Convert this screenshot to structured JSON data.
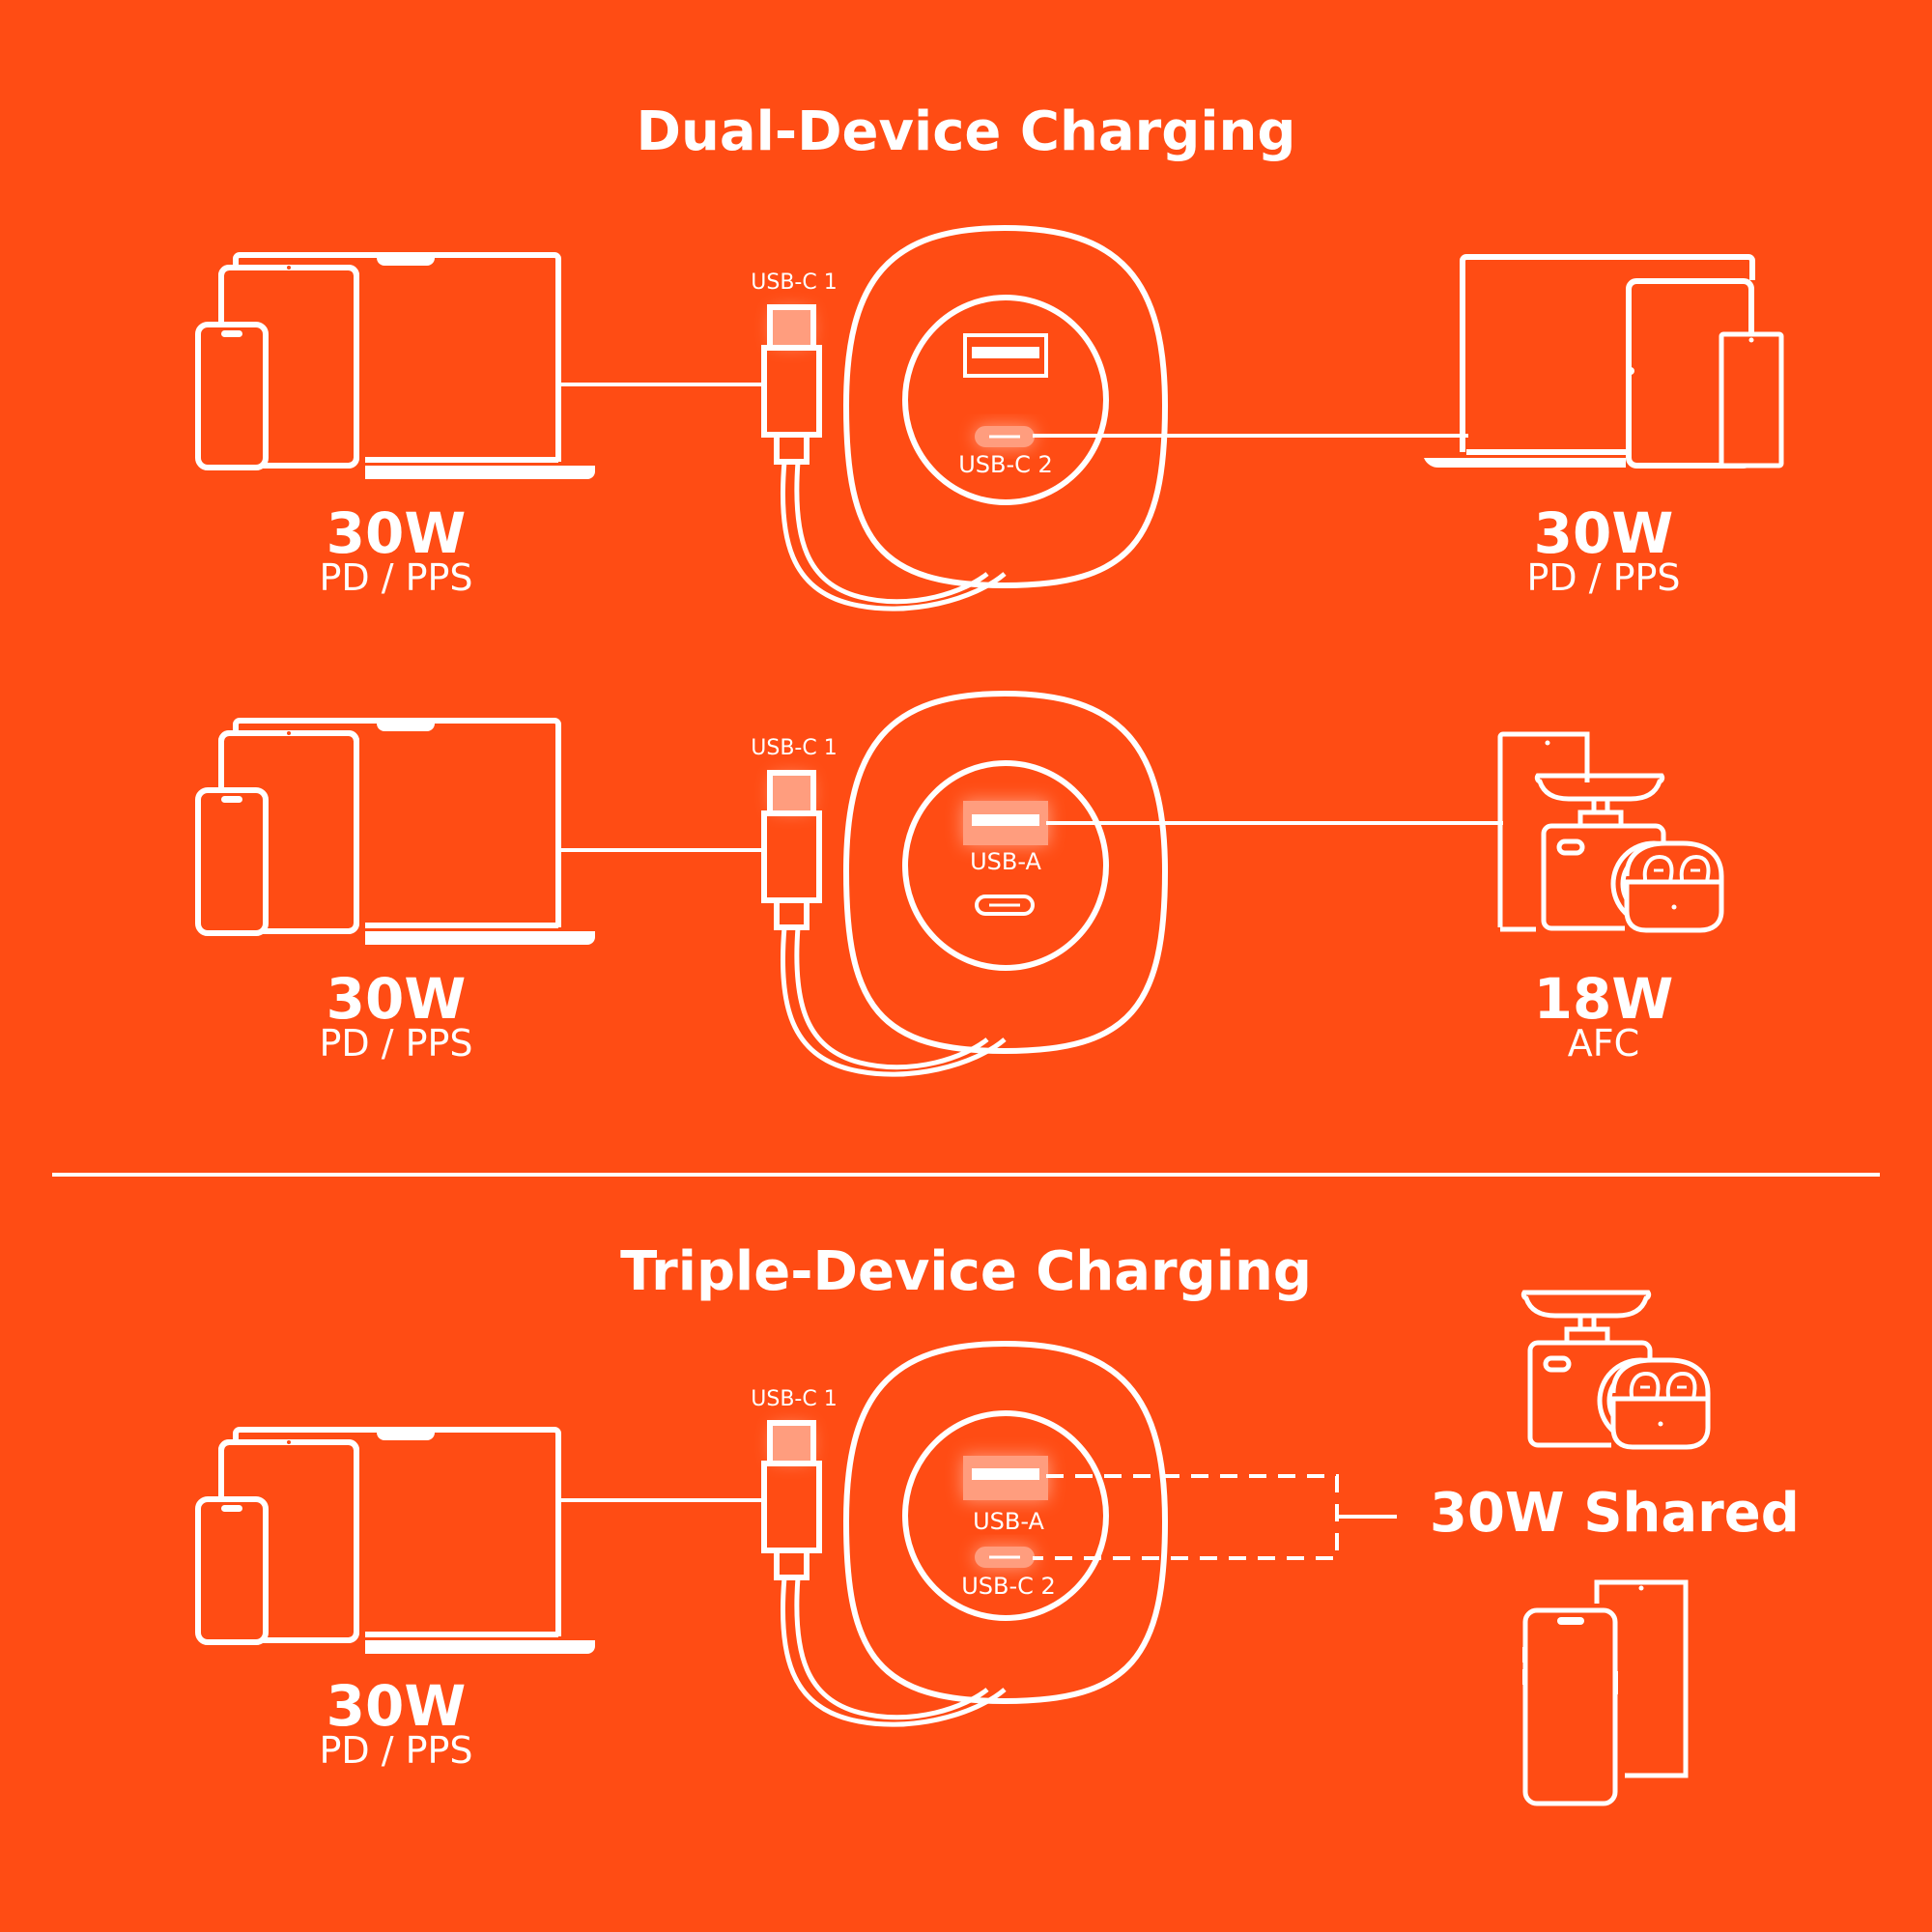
{
  "colors": {
    "background": "#ff4c14",
    "foreground": "#ffffff"
  },
  "sections": [
    {
      "title": "Dual-Device Charging",
      "rows": [
        {
          "left": {
            "devices": [
              "phone-icon",
              "tablet-icon",
              "laptop-icon"
            ],
            "watt": "30W",
            "protocol": "PD / PPS"
          },
          "port_labels": {
            "c1": "USB-C 1",
            "c2": "USB-C 2"
          },
          "active_ports": [
            "USB-C 1",
            "USB-C 2"
          ],
          "right": {
            "devices": [
              "laptop-icon",
              "tablet-icon",
              "phone-icon"
            ],
            "watt": "30W",
            "protocol": "PD / PPS"
          }
        },
        {
          "left": {
            "devices": [
              "phone-icon",
              "tablet-icon",
              "laptop-icon"
            ],
            "watt": "30W",
            "protocol": "PD / PPS"
          },
          "port_labels": {
            "c1": "USB-C 1",
            "a": "USB-A"
          },
          "active_ports": [
            "USB-C 1",
            "USB-A"
          ],
          "right": {
            "devices": [
              "phone-icon",
              "dashcam-icon",
              "earbuds-icon"
            ],
            "watt": "18W",
            "protocol": "AFC"
          }
        }
      ]
    },
    {
      "title": "Triple-Device Charging",
      "rows": [
        {
          "left": {
            "devices": [
              "phone-icon",
              "tablet-icon",
              "laptop-icon"
            ],
            "watt": "30W",
            "protocol": "PD / PPS"
          },
          "port_labels": {
            "c1": "USB-C 1",
            "a": "USB-A",
            "c2": "USB-C 2"
          },
          "active_ports": [
            "USB-C 1",
            "USB-A",
            "USB-C 2"
          ],
          "right": {
            "devices": [
              "dashcam-icon",
              "earbuds-icon",
              "phone-icon"
            ],
            "shared_label": "30W Shared"
          }
        }
      ]
    }
  ]
}
